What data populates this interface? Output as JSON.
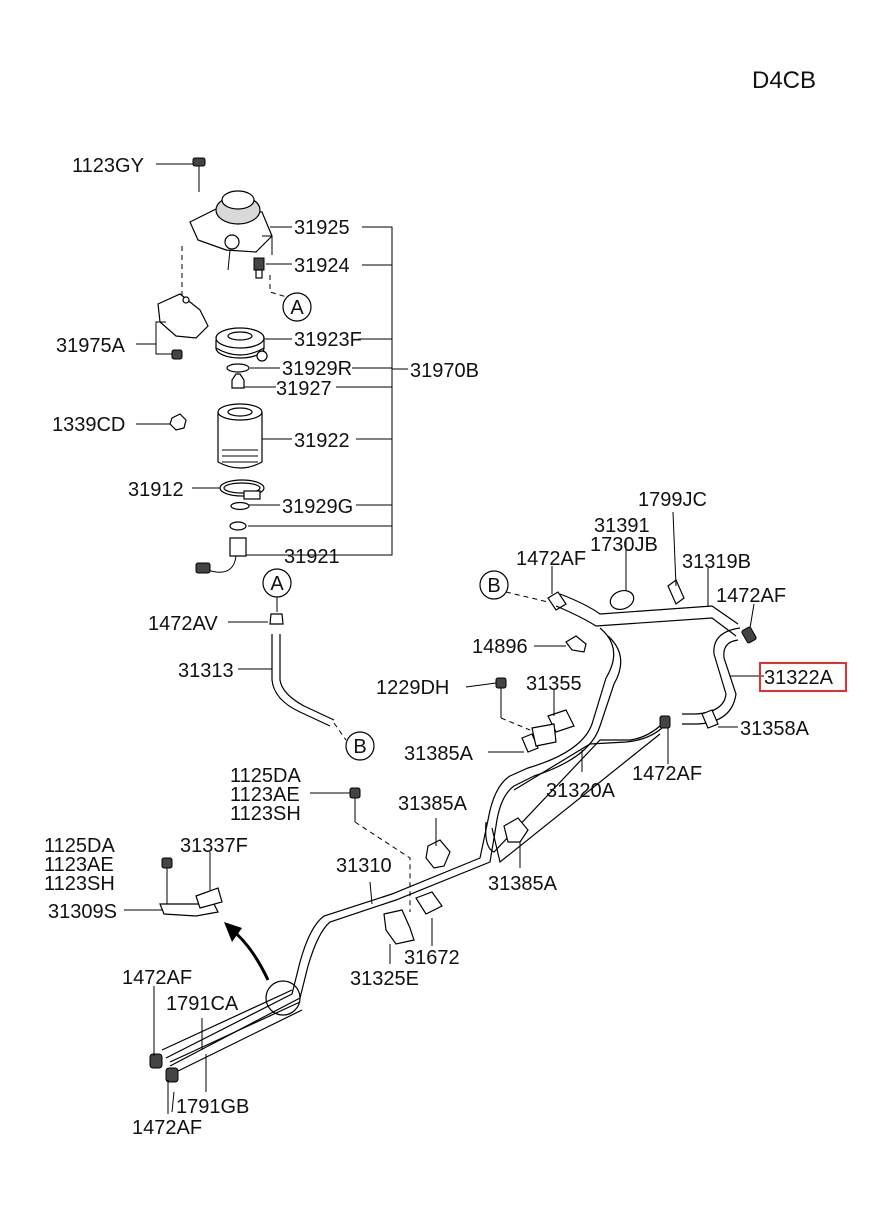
{
  "engine_code": "D4CB",
  "highlight_color": "#e53030",
  "callouts": {
    "c_A": "A",
    "c_B": "B",
    "a_A": "A",
    "a_B": "B"
  },
  "labels": {
    "l_1123GY": "1123GY",
    "l_31925": "31925",
    "l_31924": "31924",
    "l_31975A": "31975A",
    "l_31923F": "31923F",
    "l_31929R": "31929R",
    "l_31970B": "31970B",
    "l_31927": "31927",
    "l_1339CD": "1339CD",
    "l_31922": "31922",
    "l_31912": "31912",
    "l_31929G": "31929G",
    "l_31921": "31921",
    "l_1472AV": "1472AV",
    "l_31313": "31313",
    "l_1799JC": "1799JC",
    "l_31391": "31391",
    "l_1730JB": "1730JB",
    "l_31319B": "31319B",
    "l_1472AF_a": "1472AF",
    "l_1472AF_b": "1472AF",
    "l_14896": "14896",
    "l_31322A": "31322A",
    "l_1229DH": "1229DH",
    "l_31355": "31355",
    "l_31385A_a": "31385A",
    "l_31358A": "31358A",
    "l_31320A": "31320A",
    "l_1472AF_c": "1472AF",
    "l_1125DA_a": "1125DA",
    "l_1123AE_a": "1123AE",
    "l_1123SH_a": "1123SH",
    "l_31385A_b": "31385A",
    "l_1125DA_b": "1125DA",
    "l_1123AE_b": "1123AE",
    "l_1123SH_b": "1123SH",
    "l_31337F": "31337F",
    "l_31310": "31310",
    "l_31385A_c": "31385A",
    "l_31309S": "31309S",
    "l_31672": "31672",
    "l_31325E": "31325E",
    "l_1472AF_d": "1472AF",
    "l_1791CA": "1791CA",
    "l_1791GB": "1791GB",
    "l_1472AF_e": "1472AF"
  }
}
